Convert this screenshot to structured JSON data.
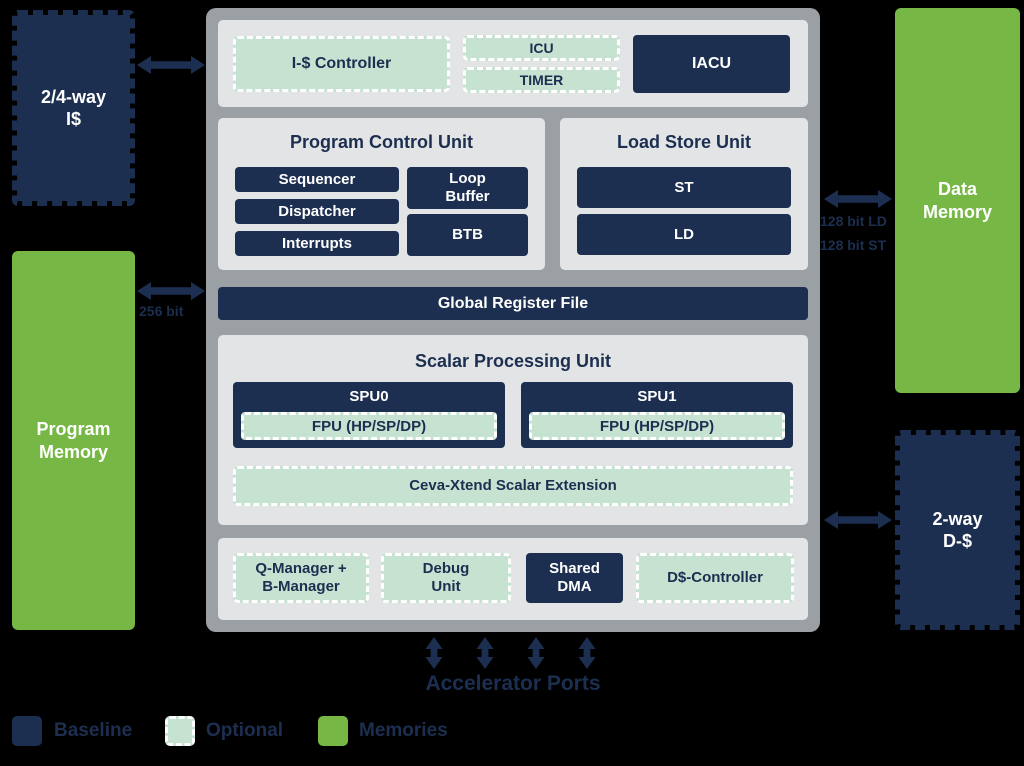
{
  "colors": {
    "navy": "#1C2F50",
    "optional_green": "#C6E2D1",
    "memory_green": "#77B745",
    "frame_gray": "#9BA0A4",
    "panel_gray": "#E3E4E6",
    "background": "#000000"
  },
  "memories": {
    "icache": "2/4-way\nI$",
    "program": "Program\nMemory",
    "data": "Data\nMemory",
    "dcache": "2-way\nD-$"
  },
  "buses": {
    "program_bus": "256 bit",
    "ld_bus": "128 bit LD",
    "st_bus": "128 bit ST"
  },
  "core": {
    "top_row": {
      "icache_controller": "I-$ Controller",
      "icu": "ICU",
      "timer": "TIMER",
      "iacu": "IACU"
    },
    "pcu": {
      "title": "Program Control Unit",
      "sequencer": "Sequencer",
      "dispatcher": "Dispatcher",
      "interrupts": "Interrupts",
      "loop_buffer": "Loop\nBuffer",
      "btb": "BTB"
    },
    "lsu": {
      "title": "Load Store Unit",
      "st": "ST",
      "ld": "LD"
    },
    "grf": "Global Register File",
    "spu": {
      "title": "Scalar Processing Unit",
      "spu0": "SPU0",
      "spu1": "SPU1",
      "fpu0": "FPU (HP/SP/DP)",
      "fpu1": "FPU (HP/SP/DP)",
      "xtend": "Ceva-Xtend Scalar Extension"
    },
    "bottom_row": {
      "qmanager": "Q-Manager +\nB-Manager",
      "debug": "Debug\nUnit",
      "shared_dma": "Shared\nDMA",
      "dcontroller": "D$-Controller"
    }
  },
  "accelerator_ports": "Accelerator Ports",
  "legend": {
    "baseline": "Baseline",
    "optional": "Optional",
    "memories": "Memories"
  }
}
